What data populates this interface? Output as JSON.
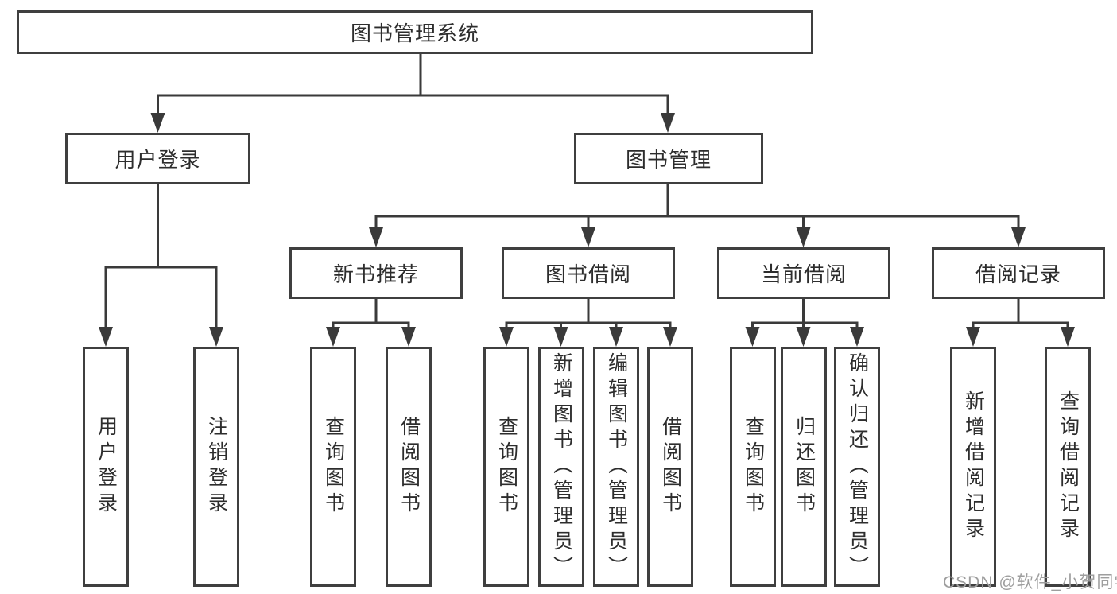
{
  "tree": {
    "root": {
      "label": "图书管理系统"
    },
    "children": [
      {
        "label": "用户登录",
        "leaves": [
          {
            "label": "用户登录"
          },
          {
            "label": "注销登录"
          }
        ]
      },
      {
        "label": "图书管理",
        "children": [
          {
            "label": "新书推荐",
            "leaves": [
              {
                "label": "查询图书"
              },
              {
                "label": "借阅图书"
              }
            ]
          },
          {
            "label": "图书借阅",
            "leaves": [
              {
                "label": "查询图书"
              },
              {
                "label": "新增图书（管理员）"
              },
              {
                "label": "编辑图书（管理员）"
              },
              {
                "label": "借阅图书"
              }
            ]
          },
          {
            "label": "当前借阅",
            "leaves": [
              {
                "label": "查询图书"
              },
              {
                "label": "归还图书"
              },
              {
                "label": "确认归还（管理员）"
              }
            ]
          },
          {
            "label": "借阅记录",
            "leaves": [
              {
                "label": "新增借阅记录"
              },
              {
                "label": "查询借阅记录"
              }
            ]
          }
        ]
      }
    ]
  },
  "watermark": {
    "text": "CSDN @软件_小贺同学"
  },
  "colors": {
    "line": "#3a3a3a",
    "node_border": "#3f3f3f",
    "text": "#2d2d2d",
    "background": "#ffffff",
    "watermark": "#9e9e9e"
  }
}
